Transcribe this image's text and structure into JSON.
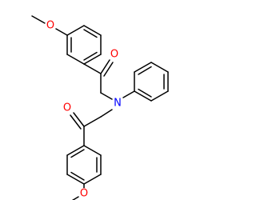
{
  "structure": {
    "atoms": [
      {
        "id": "o_ome1",
        "label": "O"
      },
      {
        "id": "o_ketone1",
        "label": "O"
      },
      {
        "id": "n_center",
        "label": "N"
      },
      {
        "id": "o_ketone2",
        "label": "O"
      },
      {
        "id": "o_ome2",
        "label": "O"
      }
    ]
  },
  "colors": {
    "bond": "#000000",
    "oxygen": "#ff0000",
    "nitrogen": "#0000ff"
  }
}
